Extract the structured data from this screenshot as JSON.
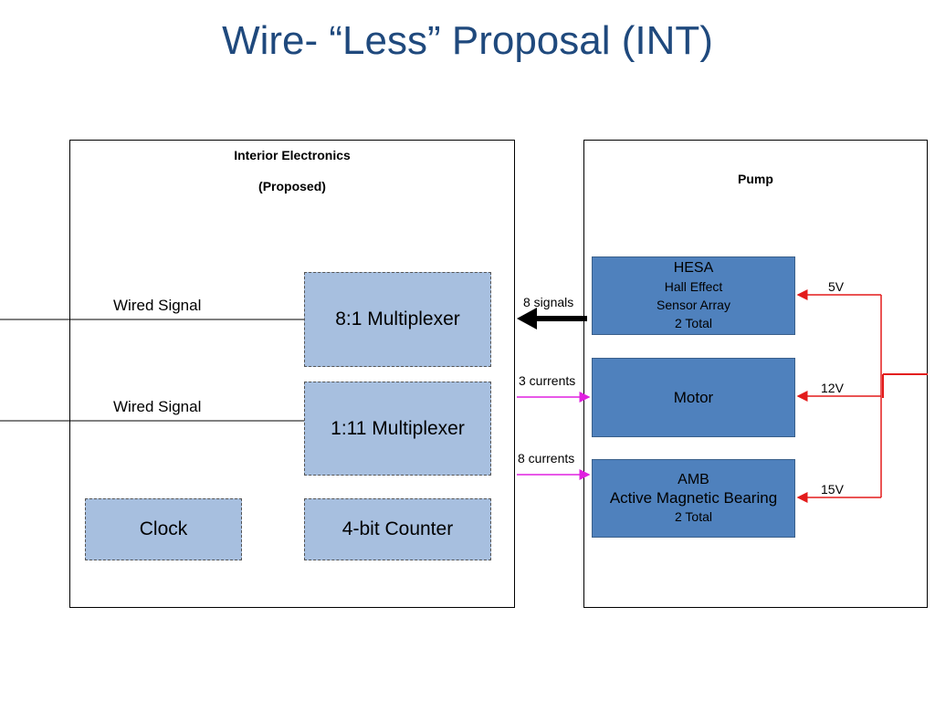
{
  "slide": {
    "title": "Wire- “Less” Proposal (INT)"
  },
  "interior": {
    "title_line1": "Interior Electronics",
    "title_line2": "(Proposed)",
    "wired_signal_1": "Wired Signal",
    "wired_signal_2": "Wired Signal",
    "mux_8_1": "8:1 Multiplexer",
    "mux_1_11": "1:11 Multiplexer",
    "clock": "Clock",
    "counter": "4-bit Counter"
  },
  "pump": {
    "title": "Pump",
    "hesa": {
      "name": "HESA",
      "line1": "Hall Effect",
      "line2": "Sensor Array",
      "line3": "2 Total"
    },
    "motor": {
      "name": "Motor"
    },
    "amb": {
      "name": "AMB",
      "line1": "Active Magnetic Bearing",
      "line2": "2 Total"
    }
  },
  "connections": {
    "signals_label": "8 signals",
    "currents_3_label": "3 currents",
    "currents_8_label": "8 currents"
  },
  "power": {
    "v5": "5V",
    "v12": "12V",
    "v15": "15V"
  },
  "colors": {
    "title": "#1f497d",
    "light_block": "#a7bfdf",
    "dark_block": "#4f81bd",
    "power_line": "#e31b1b",
    "current_line": "#e020e0"
  }
}
